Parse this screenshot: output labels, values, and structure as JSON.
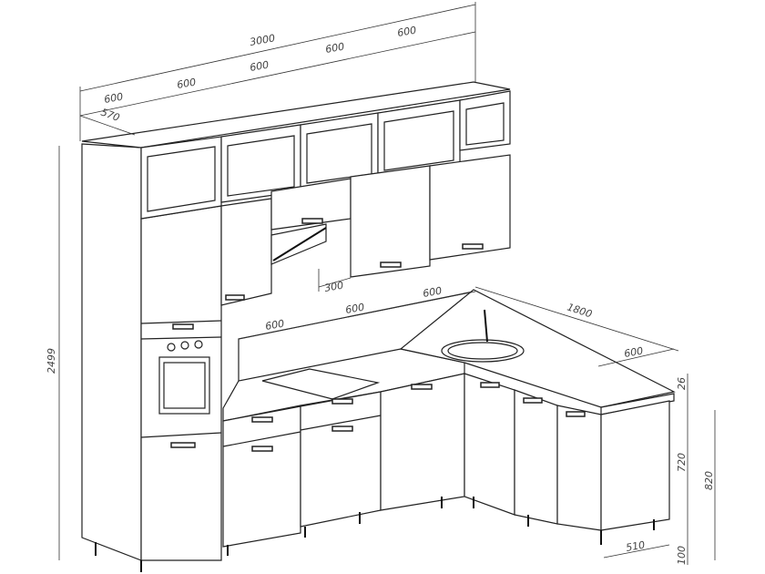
{
  "title": "Kitchen set dimension drawing",
  "dimensions": {
    "total_width": "3000",
    "upper_widths": [
      "600",
      "600",
      "600",
      "600",
      "600"
    ],
    "upper_depth": "570",
    "total_height": "2499",
    "hood_depth": "300",
    "base_widths": [
      "600",
      "600",
      "600"
    ],
    "corner_length": "1800",
    "corner_depth": "600",
    "countertop_thickness": "26",
    "cabinet_height": "720",
    "base_height": "820",
    "base_depth": "510",
    "leg_height": "100"
  }
}
